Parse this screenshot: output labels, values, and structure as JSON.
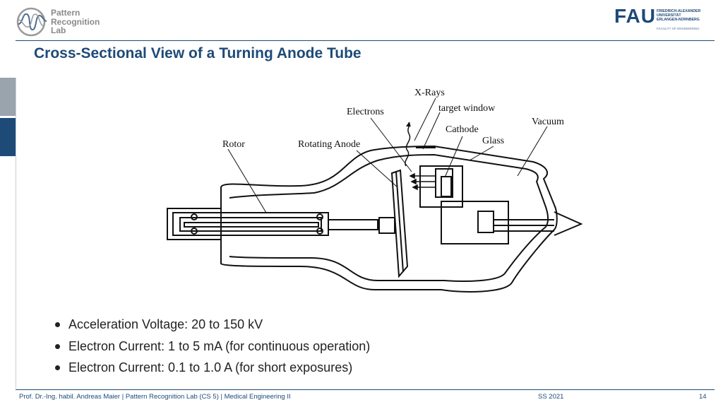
{
  "header": {
    "prl_logo_lines": [
      "Pattern",
      "Recognition",
      "Lab"
    ],
    "fau_logo": "FAU",
    "fau_lines": [
      "FRIEDRICH-ALEXANDER",
      "UNIVERSITÄT",
      "ERLANGEN-NÜRNBERG"
    ],
    "fau_faculty": "FACULTY OF ENGINEERING"
  },
  "slide": {
    "title": "Cross-Sectional View of a Turning Anode Tube"
  },
  "diagram_labels": {
    "xrays": "X-Rays",
    "electrons": "Electrons",
    "target_window": "target window",
    "cathode": "Cathode",
    "vacuum": "Vacuum",
    "glass": "Glass",
    "rotor": "Rotor",
    "rotating_anode": "Rotating Anode"
  },
  "bullets": [
    "Acceleration Voltage: 20 to 150 kV",
    "Electron Current: 1 to 5 mA (for continuous operation)",
    "Electron Current: 0.1 to 1.0 A (for short exposures)"
  ],
  "footer": {
    "text": "Prof. Dr.-Ing. habil. Andreas Maier   |   Pattern Recognition Lab (CS 5)   |   Medical Engineering II",
    "semester": "SS 2021",
    "page": "14"
  },
  "colors": {
    "primary": "#1e4a78",
    "sidebar_gray": "#9aa4ad"
  }
}
